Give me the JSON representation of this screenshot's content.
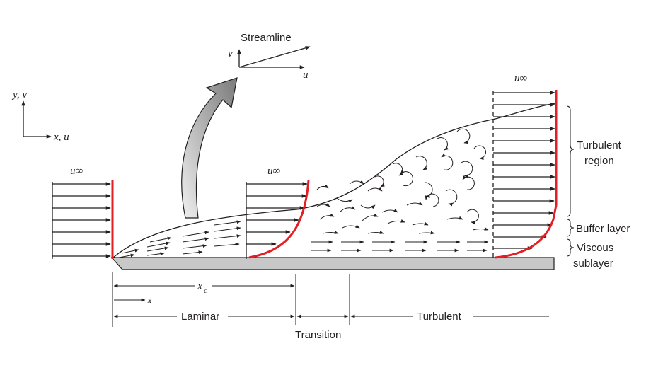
{
  "labels": {
    "streamline": "Streamline",
    "v_axis": "v",
    "u_axis": "u",
    "yv_axis": "y, v",
    "xu_axis": "x, u",
    "u_inf_1": "u∞",
    "u_inf_2": "u∞",
    "u_inf_3": "u∞",
    "turbulent_region_1": "Turbulent",
    "turbulent_region_2": "region",
    "buffer_layer": "Buffer layer",
    "viscous_1": "Viscous",
    "viscous_2": "sublayer",
    "xc": "x",
    "xc_sub": "c",
    "x": "x",
    "laminar": "Laminar",
    "transition": "Transition",
    "turbulent": "Turbulent"
  },
  "colors": {
    "ink": "#231f20",
    "profile_red": "#e31e24",
    "plate_fill": "#c8c8c8",
    "arrow_gray": "#8a8a8a"
  }
}
